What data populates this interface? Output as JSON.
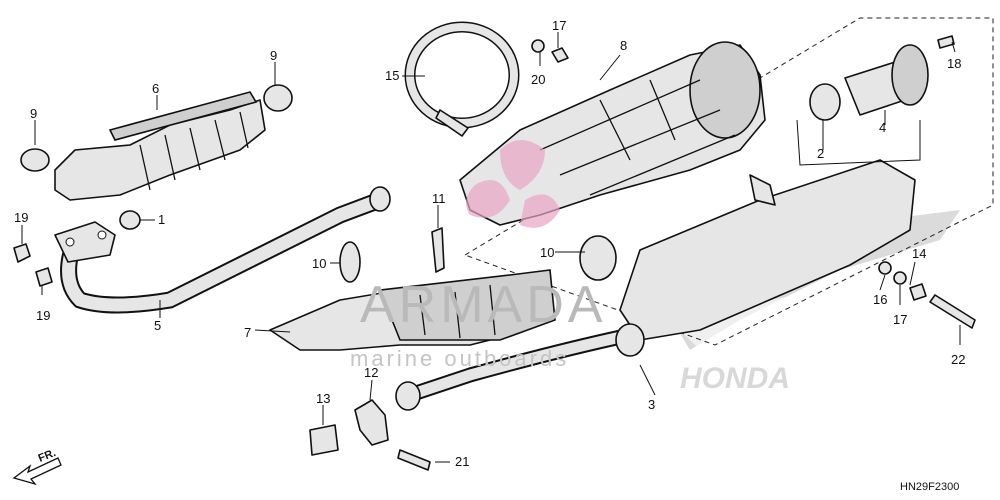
{
  "callouts": {
    "c1": "1",
    "c2": "2",
    "c3": "3",
    "c4": "4",
    "c5": "5",
    "c6": "6",
    "c7": "7",
    "c8": "8",
    "c9a": "9",
    "c9b": "9",
    "c10a": "10",
    "c10b": "10",
    "c11": "11",
    "c12": "12",
    "c13": "13",
    "c14": "14",
    "c15": "15",
    "c16": "16",
    "c17a": "17",
    "c17b": "17",
    "c18": "18",
    "c19a": "19",
    "c19b": "19",
    "c20": "20",
    "c21": "21",
    "c22": "22"
  },
  "direction_label": "FR.",
  "diagram_code": "HN29F2300",
  "watermark": {
    "brand": "ARMADA",
    "tagline": "marine outboards"
  },
  "manufacturer_mark": "HONDA",
  "colors": {
    "line": "#111111",
    "part_fill": "#e6e6e6",
    "watermark_pink": "#e8a4c4",
    "watermark_gray": "#b9b9b9"
  }
}
